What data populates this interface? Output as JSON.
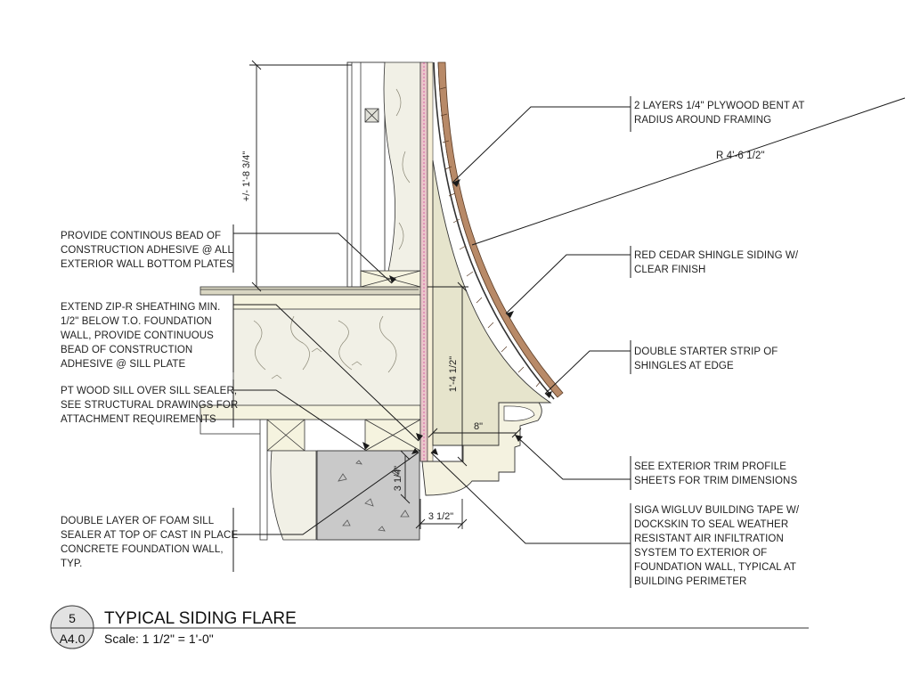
{
  "notes": {
    "plywood": [
      "2 LAYERS 1/4\" PLYWOOD BENT AT",
      "RADIUS AROUND FRAMING"
    ],
    "radius": "R 4'-6 1/2\"",
    "adhesive": [
      "PROVIDE CONTINOUS BEAD OF",
      "CONSTRUCTION ADHESIVE @ ALL",
      "EXTERIOR WALL BOTTOM PLATES"
    ],
    "cedar": [
      "RED CEDAR SHINGLE SIDING W/",
      "CLEAR FINISH"
    ],
    "zip": [
      "EXTEND ZIP-R SHEATHING MIN.",
      "1/2\" BELOW T.O. FOUNDATION",
      "WALL, PROVIDE CONTINUOUS",
      "BEAD OF CONSTRUCTION",
      "ADHESIVE @ SILL PLATE"
    ],
    "starter": [
      "DOUBLE STARTER STRIP OF",
      "SHINGLES AT EDGE"
    ],
    "sill": [
      "PT WOOD SILL OVER SILL SEALER,",
      "SEE STRUCTURAL DRAWINGS FOR",
      "ATTACHMENT REQUIREMENTS"
    ],
    "trim": [
      "SEE EXTERIOR TRIM PROFILE",
      "SHEETS FOR TRIM DIMENSIONS"
    ],
    "foam": [
      "DOUBLE LAYER OF FOAM SILL",
      "SEALER AT TOP OF CAST IN PLACE",
      "CONCRETE FOUNDATION WALL,",
      "TYP."
    ],
    "siga": [
      "SIGA WIGLUV BUILDING TAPE W/",
      "DOCKSKIN TO SEAL WEATHER",
      "RESISTANT AIR INFILTRATION",
      "SYSTEM TO EXTERIOR OF",
      "FOUNDATION WALL, TYPICAL AT",
      "BUILDING PERIMETER"
    ]
  },
  "dimensions": {
    "wall_height": "+/- 1'-8 3/4\"",
    "flare_height": "1'-4 1/2\"",
    "flare_width": "8\"",
    "small_vertical": "3 1/4\"",
    "small_horizontal": "3 1/2\""
  },
  "title_block": {
    "detail_number": "5",
    "sheet_number": "A4.0",
    "title": "TYPICAL SIDING FLARE",
    "scale": "Scale: 1 1/2\" = 1'-0\""
  },
  "colors": {
    "flare_fill": "#e6e4cc",
    "insulation_fill": "#f1f0e6",
    "framing_fill": "#f5f3df",
    "concrete_fill": "#c9c9c9",
    "shingle_fill": "#b88a68",
    "sheathing_fill": "#e9c5c9",
    "line": "#1a1a1a"
  }
}
